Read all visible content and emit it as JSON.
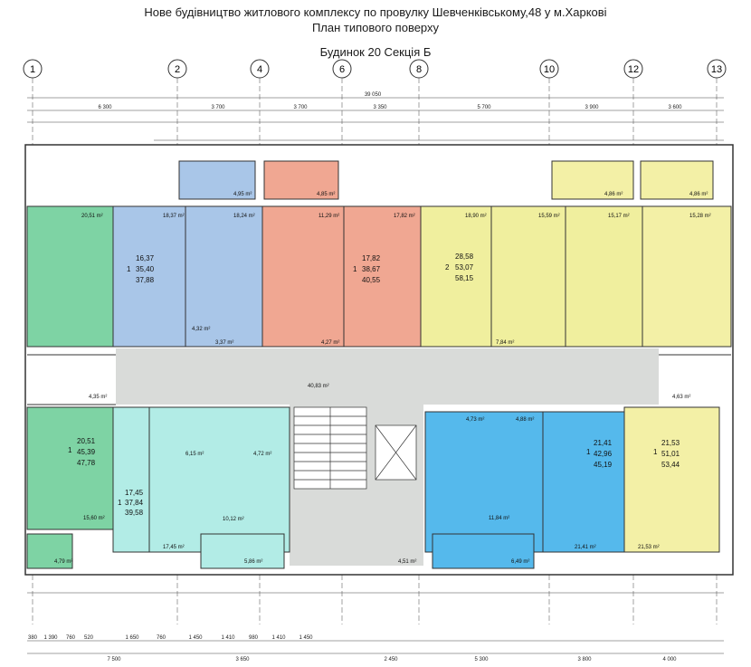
{
  "header": {
    "line1": "Нове будівництво житлового комплексу по провулку Шевченківському,48 у м.Харкові",
    "line2": "План типового поверху",
    "line3": "Будинок 20 Секція Б"
  },
  "axes": [
    "1",
    "2",
    "4",
    "6",
    "8",
    "10",
    "12",
    "13"
  ],
  "dims": {
    "top_total": "39 050",
    "top_row1": [
      "6 300",
      "3 700",
      "3 700",
      "3 350",
      "5 700",
      "3 900",
      "3 600"
    ],
    "bottom_row2": [
      "7 500",
      "3 650",
      "2 450",
      "5 300",
      "3 800",
      "4 000"
    ],
    "bottom_row1": [
      "380",
      "1 390",
      "760",
      "520",
      "1 650",
      "760",
      "1 450",
      "1 410",
      "980",
      "1 410",
      "1 450"
    ]
  },
  "apartments": [
    {
      "rooms": "1",
      "area1": "16,37",
      "area2": "35,40",
      "area3": "37,88",
      "color": "#a9c6e8"
    },
    {
      "rooms": "1",
      "area1": "17,82",
      "area2": "38,67",
      "area3": "40,55",
      "color": "#f0a792"
    },
    {
      "rooms": "2",
      "area1": "28,58",
      "area2": "53,07",
      "area3": "58,15",
      "color": "#f0ef9e"
    },
    {
      "rooms": "1",
      "area1": "20,51",
      "area2": "45,39",
      "area3": "47,78",
      "color": "#7ed3a4"
    },
    {
      "rooms": "1",
      "area1": "17,45",
      "area2": "37,84",
      "area3": "39,58",
      "color": "#b2ece6"
    },
    {
      "rooms": "1",
      "area1": "21,41",
      "area2": "42,96",
      "area3": "45,19",
      "color": "#55b9ec"
    },
    {
      "rooms": "1",
      "area1": "21,53",
      "area2": "51,01",
      "area3": "53,44",
      "color": "#f3f0a6"
    }
  ],
  "room_labels": [
    "20,51 m²",
    "18,37 m²",
    "18,24 m²",
    "11,29 m²",
    "17,82 m²",
    "18,90 m²",
    "15,59 m²",
    "15,17 m²",
    "15,28 m²",
    "4,95 m²",
    "4,85 m²",
    "4,86 m²",
    "4,86 m²",
    "40,83 m²",
    "15,60 m²",
    "17,45 m²",
    "11,84 m²",
    "21,41 m²",
    "21,53 m²",
    "4,79 m²",
    "5,86 m²",
    "6,49 m²",
    "4,51 m²",
    "4,72 m²",
    "4,88 m²",
    "3,37 m²",
    "4,32 m²",
    "4,27 m²",
    "7,84 m²",
    "4,73 m²",
    "4,63 m²",
    "10,12 m²",
    "6,15 m²",
    "4,35 m²"
  ],
  "colors": {
    "corridor": "#d9dbd9",
    "wall": "#333333",
    "stair": "#ffffff",
    "balcony_blue": "#a9c6e8",
    "balcony_red": "#f0a792",
    "balcony_yellow": "#f3f0a6",
    "balcony_green": "#7ed3a4",
    "balcony_cyan": "#55b9ec"
  }
}
